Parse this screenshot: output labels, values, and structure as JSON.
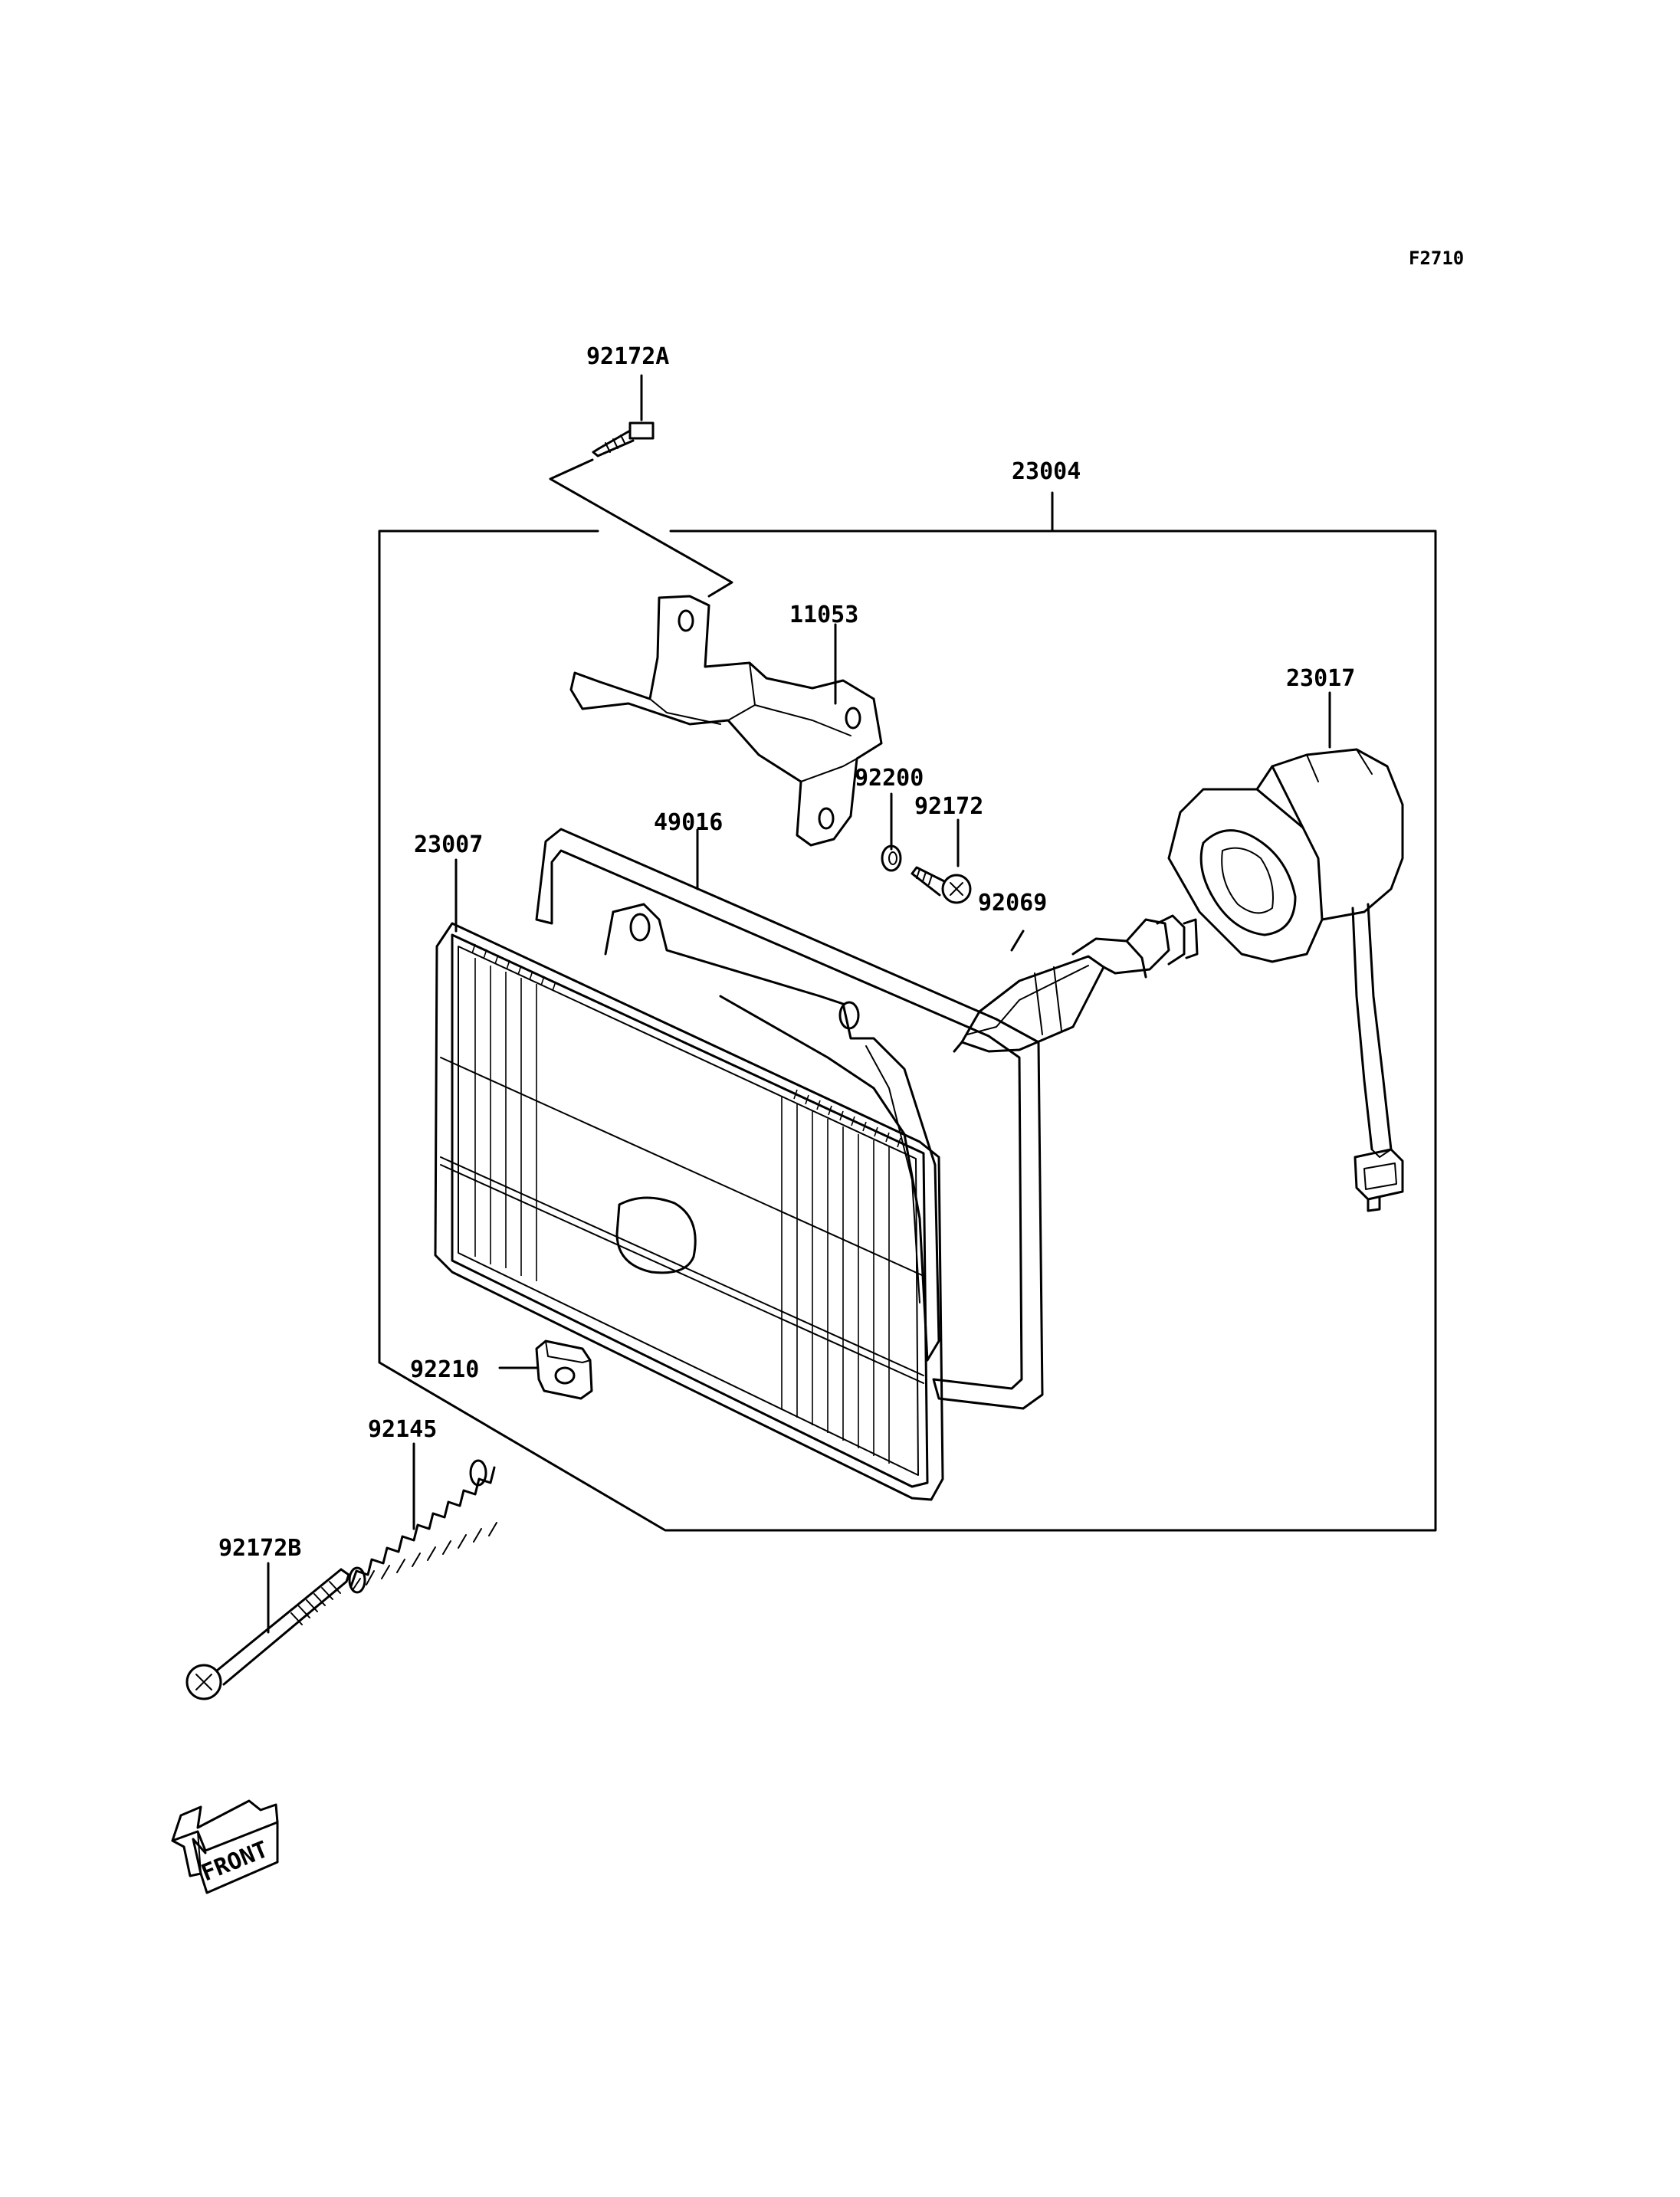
{
  "figure_code": "F2710",
  "front_label": "FRONT",
  "callouts": [
    {
      "id": "92172A",
      "label": "92172A"
    },
    {
      "id": "23004",
      "label": "23004"
    },
    {
      "id": "11053",
      "label": "11053"
    },
    {
      "id": "23017",
      "label": "23017"
    },
    {
      "id": "92200",
      "label": "92200"
    },
    {
      "id": "92172",
      "label": "92172"
    },
    {
      "id": "23007",
      "label": "23007"
    },
    {
      "id": "49016",
      "label": "49016"
    },
    {
      "id": "92069",
      "label": "92069"
    },
    {
      "id": "92210",
      "label": "92210"
    },
    {
      "id": "92145",
      "label": "92145"
    },
    {
      "id": "92172B",
      "label": "92172B"
    }
  ]
}
